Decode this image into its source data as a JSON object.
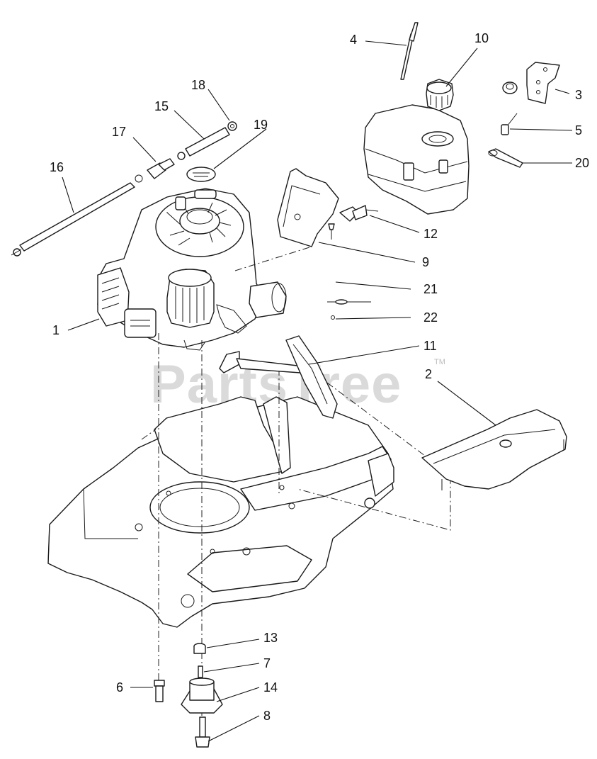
{
  "watermark": {
    "text": "PartsTree",
    "tm": "TM"
  },
  "callouts": [
    "1",
    "2",
    "3",
    "4",
    "5",
    "6",
    "7",
    "8",
    "9",
    "10",
    "11",
    "12",
    "13",
    "14",
    "15",
    "16",
    "17",
    "18",
    "19",
    "20",
    "21",
    "22"
  ],
  "colors": {
    "line": "#1a1a1a",
    "watermark": "#bdbdbd",
    "background": "#ffffff"
  }
}
